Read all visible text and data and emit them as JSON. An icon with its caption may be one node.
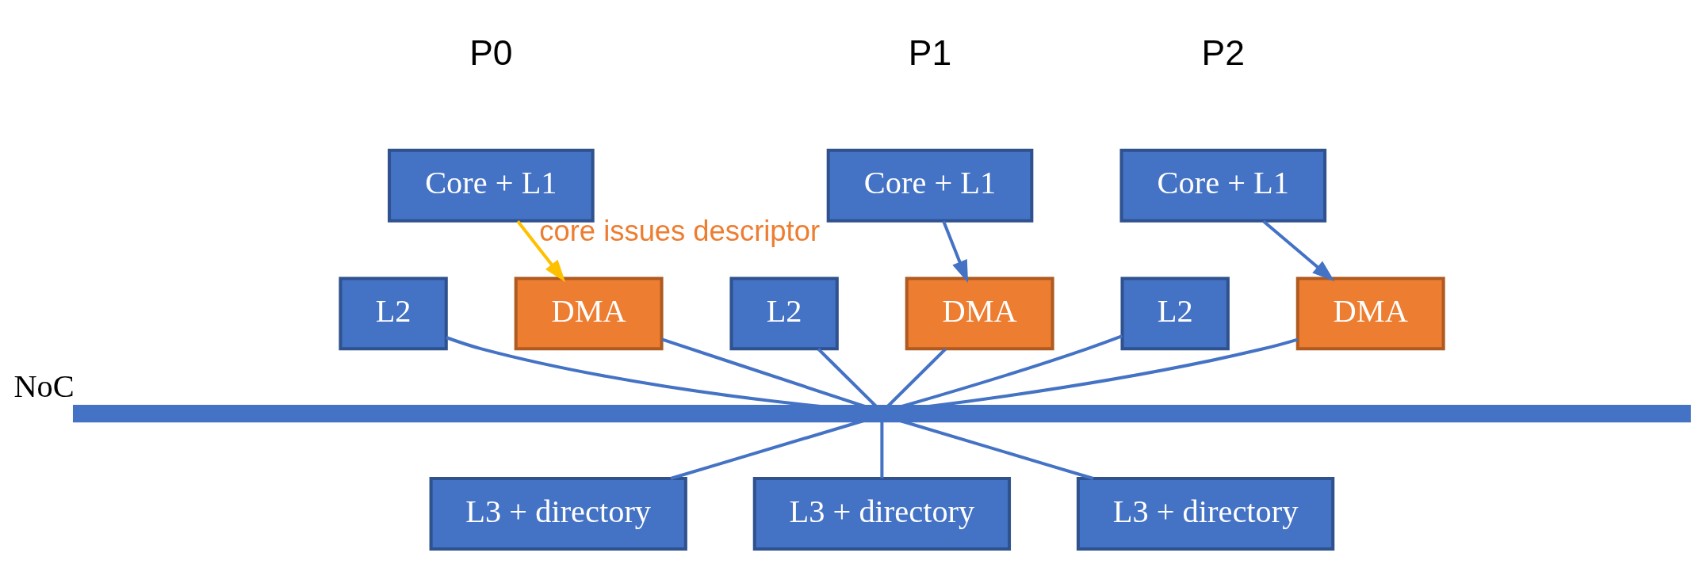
{
  "diagram": {
    "nodes": [
      {
        "text": [
          "Core + L1"
        ]
      },
      {
        "text": [
          "L2"
        ]
      },
      {
        "text": [
          "DMA"
        ]
      },
      {
        "text": [
          "Core + L1"
        ]
      },
      {
        "text": [
          "L2"
        ]
      },
      {
        "text": [
          "DMA"
        ]
      },
      {
        "text": [
          "Core + L1"
        ]
      },
      {
        "text": [
          "L2"
        ]
      },
      {
        "text": [
          "DMA"
        ]
      },
      {
        "text": [],
        "shape": "bar",
        "beside": [
          "NoC"
        ]
      },
      {
        "text": [
          "L3 + directory"
        ]
      },
      {
        "text": [
          "L3 + directory"
        ]
      },
      {
        "text": [
          "L3 + directory"
        ]
      }
    ],
    "edges": [
      {
        "from": 0,
        "to": 2,
        "arrow": "to",
        "color": "#ffc000",
        "label": "core issues descriptor"
      },
      {
        "from": 3,
        "to": 5,
        "arrow": "to"
      },
      {
        "from": 6,
        "to": 8,
        "arrow": "to"
      },
      {
        "from": 1,
        "to": 9,
        "arrow": "none"
      },
      {
        "from": 2,
        "to": 9,
        "arrow": "none"
      },
      {
        "from": 4,
        "to": 9,
        "arrow": "none"
      },
      {
        "from": 5,
        "to": 9,
        "arrow": "none"
      },
      {
        "from": 7,
        "to": 9,
        "arrow": "none"
      },
      {
        "from": 8,
        "to": 9,
        "arrow": "none"
      },
      {
        "from": 9,
        "to": 10,
        "arrow": "none"
      },
      {
        "from": 9,
        "to": 11,
        "arrow": "none"
      },
      {
        "from": 9,
        "to": 12,
        "arrow": "none"
      }
    ],
    "labels": [
      "P0",
      "P1",
      "P2"
    ]
  }
}
